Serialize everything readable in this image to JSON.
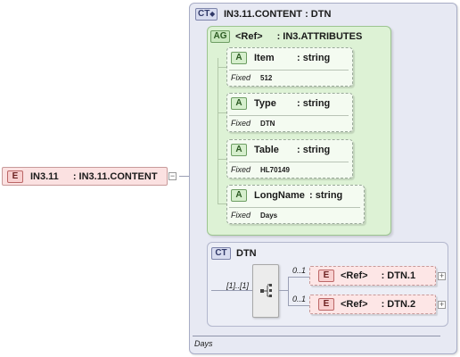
{
  "root_element": {
    "badge": "E",
    "name": "IN3.11",
    "type": ": IN3.11.CONTENT"
  },
  "complex_type": {
    "badge": "CT",
    "title": "IN3.11.CONTENT : DTN",
    "documentation": "Days"
  },
  "attribute_group": {
    "badge": "AG",
    "ref_label": "<Ref>",
    "name": ": IN3.ATTRIBUTES",
    "attributes": [
      {
        "badge": "A",
        "name": "Item",
        "type": ": string",
        "fixed_label": "Fixed",
        "fixed_value": "512"
      },
      {
        "badge": "A",
        "name": "Type",
        "type": ": string",
        "fixed_label": "Fixed",
        "fixed_value": "DTN"
      },
      {
        "badge": "A",
        "name": "Table",
        "type": ": string",
        "fixed_label": "Fixed",
        "fixed_value": "HL70149"
      },
      {
        "badge": "A",
        "name": "LongName",
        "type": ": string",
        "fixed_label": "Fixed",
        "fixed_value": "Days"
      }
    ]
  },
  "base_type": {
    "badge": "CT",
    "name": "DTN",
    "sequence_cardinality": "[1]..[1]",
    "children": [
      {
        "badge": "E",
        "ref_label": "<Ref>",
        "name": ": DTN.1",
        "cardinality": "0..1"
      },
      {
        "badge": "E",
        "ref_label": "<Ref>",
        "name": ": DTN.2",
        "cardinality": "0..1"
      }
    ]
  }
}
